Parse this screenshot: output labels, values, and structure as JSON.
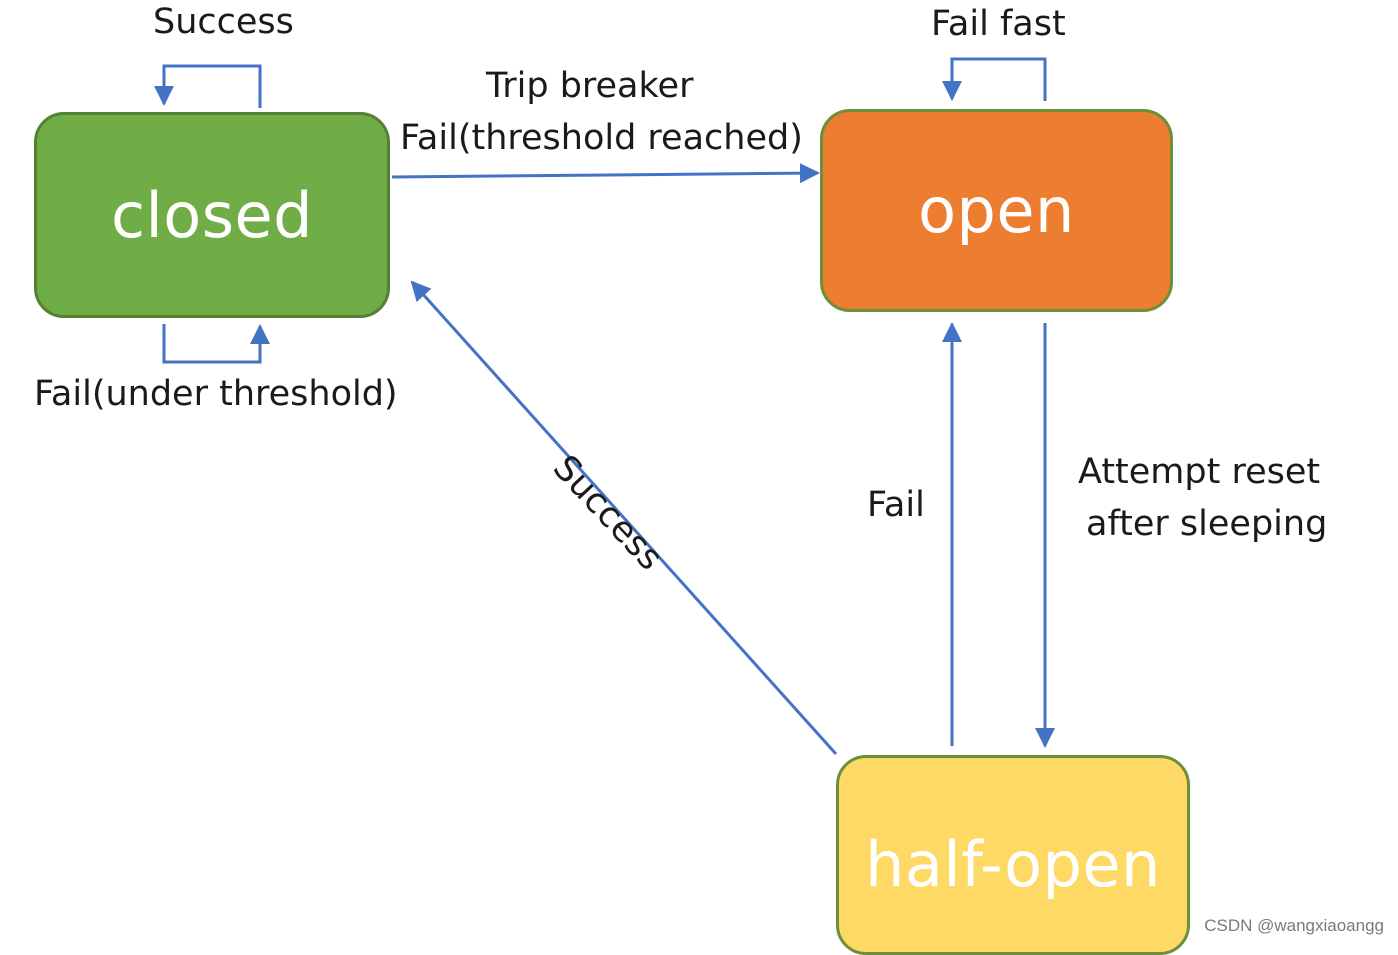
{
  "states": {
    "closed": {
      "label": "closed",
      "fill": "#70ad47",
      "border": "#548235"
    },
    "open": {
      "label": "open",
      "fill": "#ed7d31",
      "border": "#6e8f3a"
    },
    "half_open": {
      "label": "half-open",
      "fill": "#ffd966",
      "border": "#6e8f3a"
    }
  },
  "transitions": {
    "closed_self_success": "Success",
    "closed_self_fail": "Fail(under threshold)",
    "closed_to_open_line1": "Trip breaker",
    "closed_to_open_line2": "Fail(threshold reached)",
    "open_self": "Fail fast",
    "open_to_half_open_line1": "Attempt reset",
    "open_to_half_open_line2": "after sleeping",
    "half_open_to_open": "Fail",
    "half_open_to_closed": "Success"
  },
  "arrow_color": "#4472c4",
  "watermark": "CSDN @wangxiaoangg"
}
